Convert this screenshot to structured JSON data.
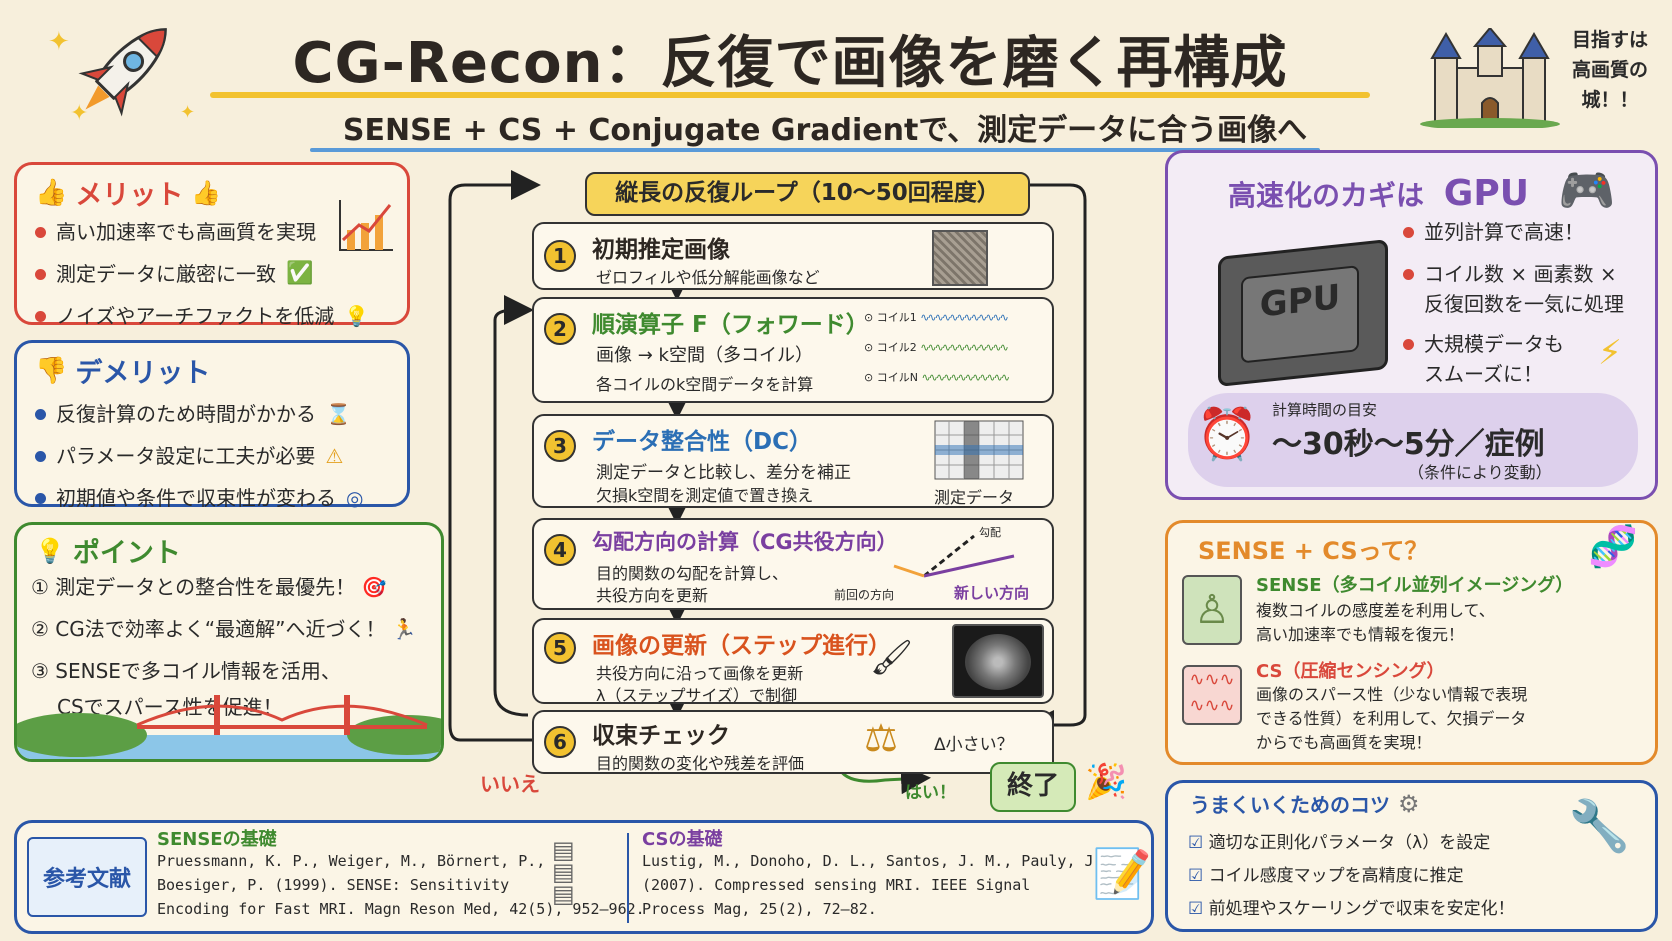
{
  "title": "CG-Recon：反復で画像を磨く再構成",
  "subtitle": "SENSE + CS + Conjugate Gradientで、測定データに合う画像へ",
  "castle_caption": [
    "目指すは",
    "高画質の",
    "城！！"
  ],
  "merit": {
    "title": "メリット",
    "items": [
      "高い加速率でも高画質を実現",
      "測定データに厳密に一致",
      "ノイズやアーチファクトを低減"
    ]
  },
  "demerit": {
    "title": "デメリット",
    "items": [
      "反復計算のため時間がかかる",
      "パラメータ設定に工夫が必要",
      "初期値や条件で収束性が変わる"
    ]
  },
  "point": {
    "title": "ポイント",
    "items": [
      {
        "num": "①",
        "lines": [
          "測定データとの整合性を最優先！"
        ]
      },
      {
        "num": "②",
        "lines": [
          "CG法で効率よく“最適解”へ近づく！"
        ]
      },
      {
        "num": "③",
        "lines": [
          "SENSEで多コイル情報を活用、",
          "CSでスパース性を促進！"
        ]
      }
    ]
  },
  "loop": {
    "banner": "縦長の反復ループ（10〜50回程度）",
    "steps": [
      {
        "num": "1",
        "title": "初期推定画像",
        "lines": [
          "ゼロフィルや低分解能画像など"
        ],
        "color": "#2d2722"
      },
      {
        "num": "2",
        "title": "順演算子 F（フォワード）",
        "lines": [
          "画像 → k空間（多コイル）",
          "各コイルのk空間データを計算"
        ],
        "color": "#3f8a2f",
        "coils": [
          "コイル1",
          "コイル2",
          "コイルN"
        ]
      },
      {
        "num": "3",
        "title": "データ整合性（DC）",
        "lines": [
          "測定データと比較し、差分を補正",
          "欠損k空間を測定値で置き換え"
        ],
        "color": "#2b6fb5",
        "image_label": "測定データ"
      },
      {
        "num": "4",
        "title": "勾配方向の計算（CG共役方向）",
        "lines": [
          "目的関数の勾配を計算し、",
          "共役方向を更新"
        ],
        "color": "#7a3fa0",
        "labels": [
          "前回の方向",
          "新しい方向",
          "勾配"
        ]
      },
      {
        "num": "5",
        "title": "画像の更新（ステップ進行）",
        "lines": [
          "共役方向に沿って画像を更新",
          "λ（ステップサイズ）で制御"
        ],
        "color": "#d9531e"
      },
      {
        "num": "6",
        "title": "収束チェック",
        "lines": [
          "目的関数の変化や残差を評価"
        ],
        "color": "#2d2722",
        "question": "Δ小さい？"
      }
    ],
    "no_label": "いいえ",
    "yes_label": "はい！",
    "end_label": "終了"
  },
  "gpu": {
    "title_pre": "高速化のカギは",
    "title_key": "GPU",
    "chip_label": "GPU",
    "items": [
      [
        "並列計算で高速！"
      ],
      [
        "コイル数 × 画素数 ×",
        "反復回数を一気に処理"
      ],
      [
        "大規模データも",
        "スムーズに！"
      ]
    ],
    "time_caption": "計算時間の目安",
    "time_value": "〜30秒〜5分／症例",
    "time_note": "（条件により変動）"
  },
  "sensecs": {
    "title": "SENSE + CSって？",
    "sense_title": "SENSE（多コイル並列イメージング）",
    "sense_lines": [
      "複数コイルの感度差を利用して、",
      "高い加速率でも情報を復元！"
    ],
    "cs_title": "CS（圧縮センシング）",
    "cs_lines": [
      "画像のスパース性（少ない情報で表現",
      "できる性質）を利用して、欠損データ",
      "からでも高画質を実現！"
    ]
  },
  "tips": {
    "title": "うまくいくためのコツ",
    "items": [
      "適切な正則化パラメータ（λ）を設定",
      "コイル感度マップを高精度に推定",
      "前処理やスケーリングで収束を安定化！"
    ]
  },
  "references": {
    "label": "参考文献",
    "sense_title": "SENSEの基礎",
    "sense_lines": [
      "Pruessmann, K. P., Weiger, M., Börnert, P.,",
      "Boesiger, P. (1999). SENSE: Sensitivity",
      "Encoding for Fast MRI. Magn Reson Med, 42(5), 952–962."
    ],
    "cs_title": "CSの基礎",
    "cs_lines": [
      "Lustig, M., Donoho, D. L., Santos, J. M., Pauly, J. M.",
      "(2007). Compressed sensing MRI. IEEE Signal",
      "Process Mag, 25(2), 72–82."
    ]
  },
  "colors": {
    "merit": "#d9483b",
    "demerit": "#2a56a8",
    "point": "#3f8a2f",
    "gpu": "#7a4fb0",
    "sensecs": "#e38a2b",
    "tips": "#2a56a8",
    "accent": "#f2c230"
  }
}
